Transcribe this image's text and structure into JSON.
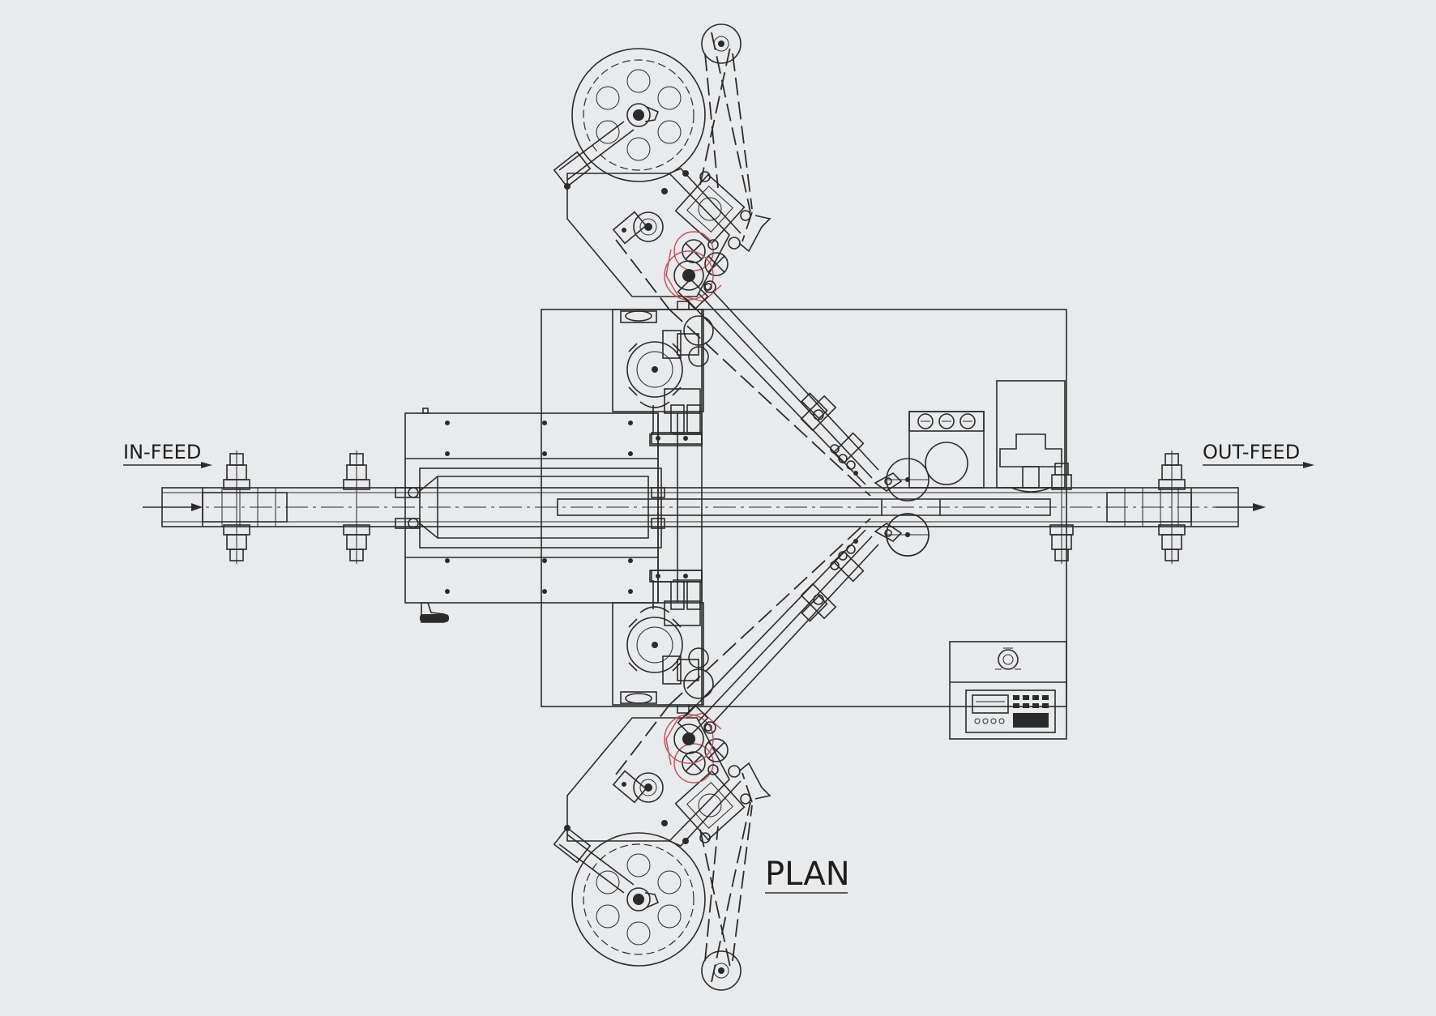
{
  "labels": {
    "infeed": "IN-FEED",
    "outfeed": "OUT-FEED",
    "plan": "PLAN"
  },
  "colors": {
    "background": "#e9eaec",
    "line": "#2b2b2b",
    "accent": "#c0505a"
  }
}
